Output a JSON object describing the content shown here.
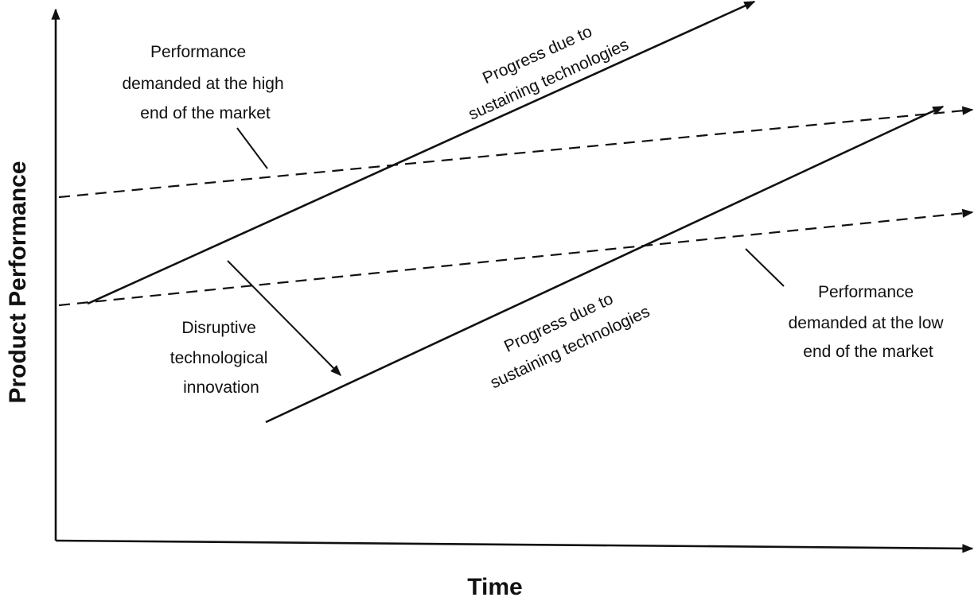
{
  "axes": {
    "x_title": "Time",
    "y_title": "Product Performance"
  },
  "labels": {
    "high_end_demand": [
      "Performance",
      "demanded at the high",
      "end of the market"
    ],
    "low_end_demand": [
      "Performance",
      "demanded at the low",
      "end of the market"
    ],
    "upper_progress": [
      "Progress due to",
      "sustaining technologies"
    ],
    "lower_progress": [
      "Progress due to",
      "sustaining technologies"
    ],
    "disruption": [
      "Disruptive",
      "technological",
      "innovation"
    ]
  },
  "colors": {
    "ink": "#111111",
    "background": "#ffffff"
  }
}
